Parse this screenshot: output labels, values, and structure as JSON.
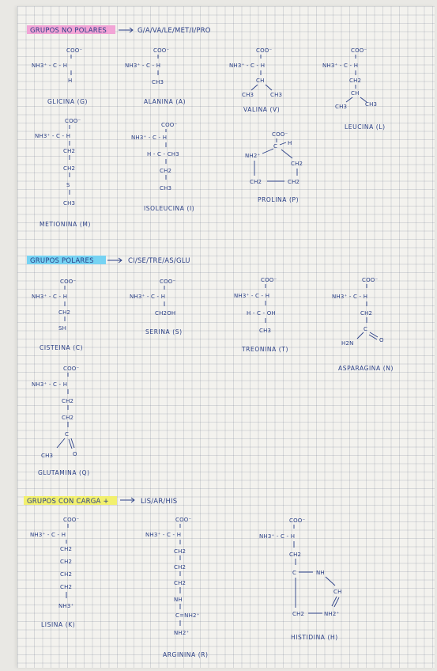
{
  "sections": {
    "nonpolar": {
      "label": "GRUPOS NO POLARES",
      "list": "G/A/VA/LE/MET/I/PRO"
    },
    "polar": {
      "label": "GRUPOS POLARES",
      "list": "CI/SE/TRE/AS/GLU"
    },
    "charged": {
      "label": "GRUPOS CON CARGA +",
      "list": "LIS/AR/HIS"
    }
  },
  "labels": {
    "coo": "COO⁻",
    "nh3": "NH3⁺",
    "c": "C",
    "h": "H",
    "ch": "CH",
    "ch2": "CH2",
    "ch3": "CH3",
    "s": "S",
    "sh": "SH",
    "ch2oh": "CH2OH",
    "oh": "OH",
    "nh": "NH",
    "o": "O",
    "h2n": "H2N",
    "nh2": "NH2",
    "nh2plus": "NH2⁺",
    "o_eq_nh2plus": "C=NH2⁺",
    "nh3minus_h": "NH3⁺ - C - H",
    "h_c_ch3": "H - C - CH3",
    "h_c_oh": "H - C - OH"
  },
  "amino_acids": {
    "gly": "GLICINA (G)",
    "ala": "ALANINA (A)",
    "val": "VALINA (V)",
    "leu": "LEUCINA (L)",
    "met": "METIONINA (M)",
    "ile": "ISOLEUCINA (I)",
    "pro": "PROLINA (P)",
    "cys": "CISTEINA (C)",
    "ser": "SERINA (S)",
    "thr": "TREONINA (T)",
    "asn": "ASPARAGINA (N)",
    "gln": "GLUTAMINA (Q)",
    "lys": "LISINA (K)",
    "arg": "ARGININA (R)",
    "his": "HISTIDINA (H)"
  }
}
